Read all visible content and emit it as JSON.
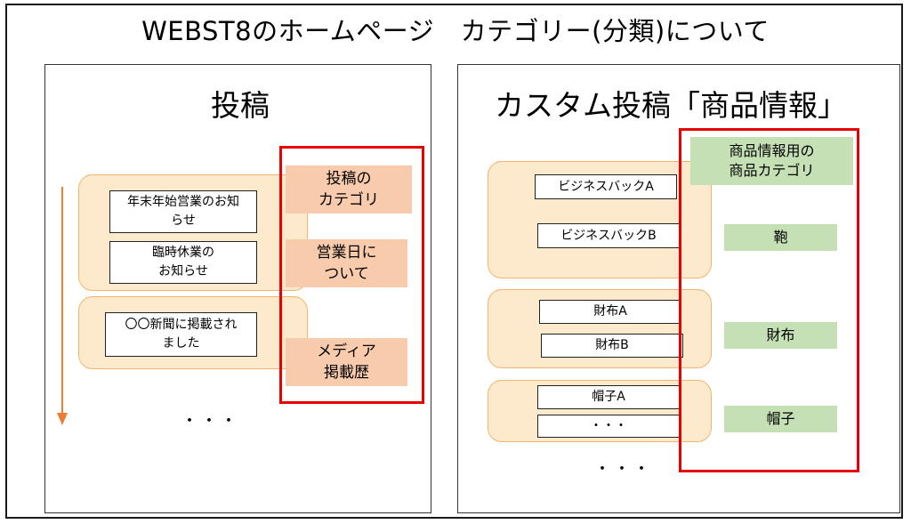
{
  "title": "WEBST8のホームページ　カテゴリー(分類)について",
  "left_panel": {
    "title": "投稿",
    "posts": [
      "年末年始営業のお知\nらせ",
      "臨時休業の\nお知らせ",
      "〇〇新聞に掲載され\nました"
    ],
    "ellipsis": "・・・",
    "category_header": "投稿の\nカテゴリ",
    "categories": [
      "営業日に\nついて",
      "メディア\n掲載歴"
    ]
  },
  "right_panel": {
    "title": "カスタム投稿「商品情報」",
    "category_header": "商品情報用の\n商品カテゴリ",
    "groups": [
      {
        "items": [
          "ビジネスバックA",
          "ビジネスバックB"
        ],
        "category": "鞄"
      },
      {
        "items": [
          "財布A",
          "財布B"
        ],
        "category": "財布"
      },
      {
        "items": [
          "帽子A",
          "・・・"
        ],
        "category": "帽子"
      }
    ],
    "ellipsis": "・・・"
  },
  "colors": {
    "post_group_fill": "#fde9cc",
    "post_group_border": "#f2b56f",
    "category_fill_left": "#f8cbad",
    "category_fill_right": "#c5e0b4",
    "highlight_frame": "#e60000",
    "timeline_arrow": "#ed7d31"
  }
}
